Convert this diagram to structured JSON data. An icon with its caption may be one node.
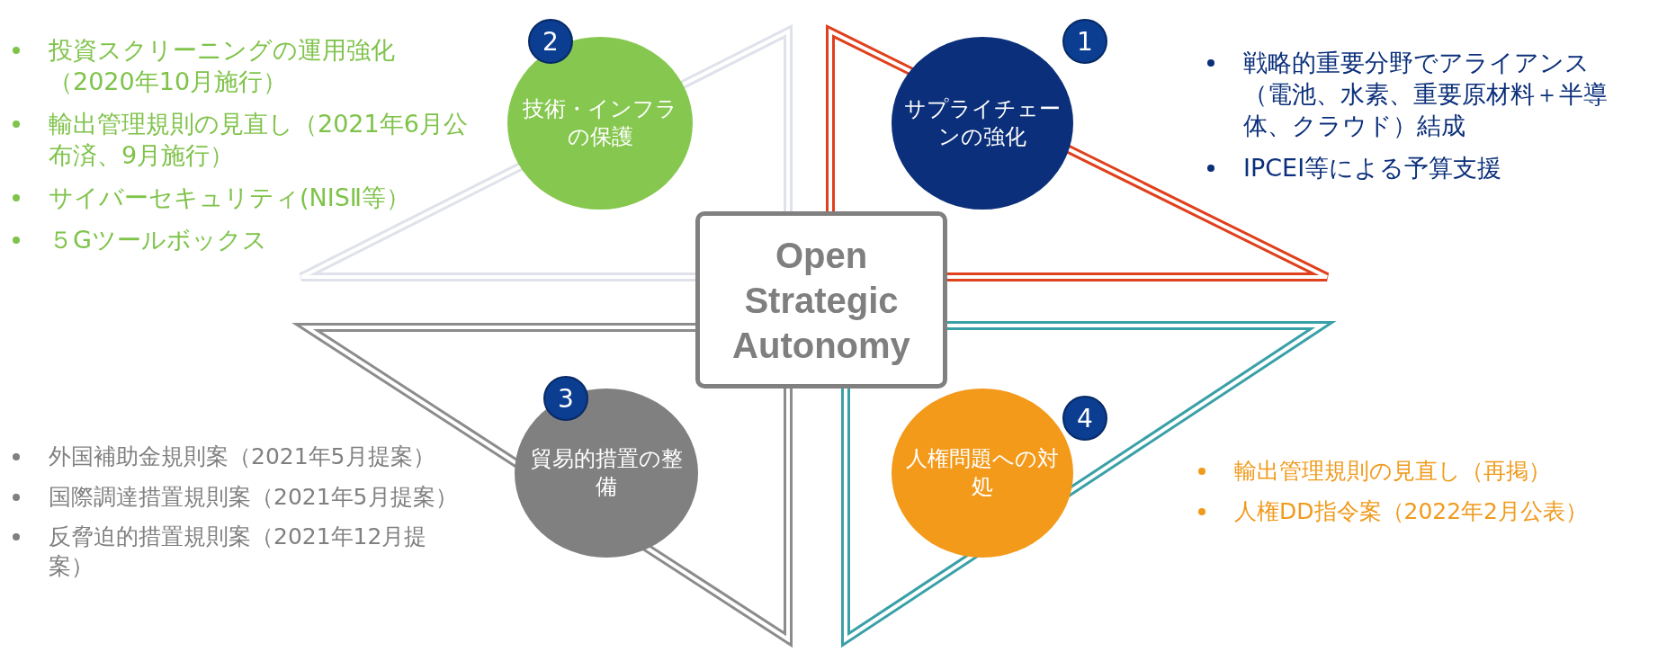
{
  "diagram": {
    "nodes": [
      {
        "text": [
          "技術・インフラの保護"
        ]
      },
      {
        "text": [
          "2"
        ]
      },
      {
        "text": [
          "サプライチェーンの強化"
        ]
      },
      {
        "text": [
          "1"
        ]
      },
      {
        "text": [
          "Open Strategic Autonomy"
        ]
      },
      {
        "text": [
          "貿易的措置の整備"
        ]
      },
      {
        "text": [
          "3"
        ]
      },
      {
        "text": [
          "人権問題への対処"
        ]
      },
      {
        "text": [
          "4"
        ]
      }
    ],
    "edges": [],
    "labels": [
      "投資スクリーニングの運用強化（2020年10月施行）",
      "輸出管理規則の見直し（2021年6月公布済、9月施行）",
      "サイバーセキュリティ(NISⅡ等）",
      "５Gツールボックス",
      "戦略的重要分野でアライアンス（電池、水素、重要原材料＋半導体、クラウド）結成",
      "IPCEI等による予算支援",
      "外国補助金規則案（2021年5月提案）",
      "国際調達措置規則案（2021年5月提案）",
      "反脅迫的措置規則案（2021年12月提案）",
      "輸出管理規則の見直し（再掲）",
      "人権DD指令案（2022年2月公表）"
    ]
  }
}
